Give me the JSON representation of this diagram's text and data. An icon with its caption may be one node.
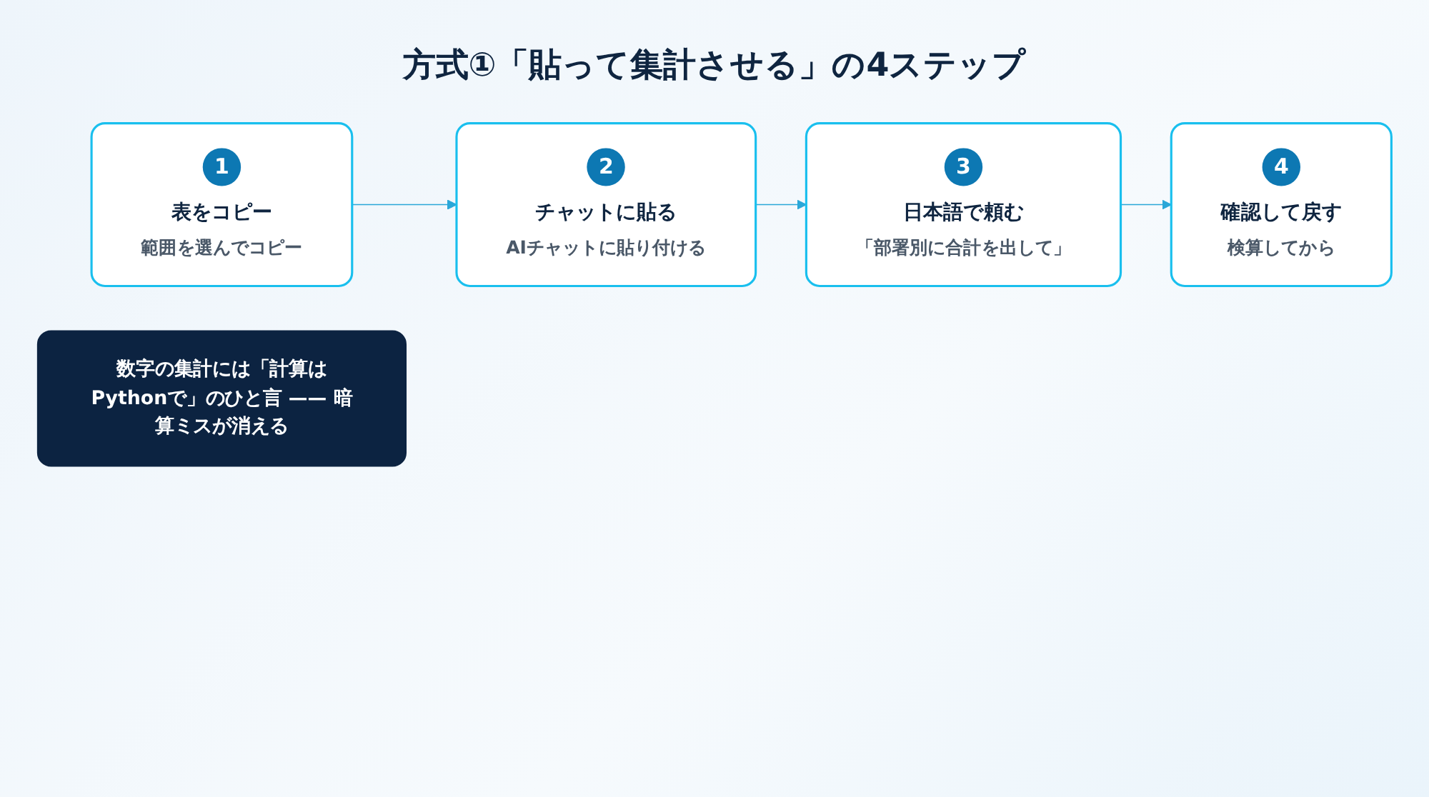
{
  "diagram": {
    "title": "方式①「貼って集計させる」の4ステップ",
    "nodes": [
      {
        "text": [
          "1",
          "表をコピー",
          "範囲を選んでコピー"
        ]
      },
      {
        "text": [
          "2",
          "チャットに貼る",
          "AIチャットに貼り付ける"
        ]
      },
      {
        "text": [
          "3",
          "日本語で頼む",
          "「部署別に合計を出して」"
        ]
      },
      {
        "text": [
          "4",
          "確認して戻す",
          "検算してから"
        ]
      },
      {
        "text": [
          "数字の集計には「計算はPythonで」のひと言 —— 暗算ミスが消える"
        ]
      }
    ],
    "edges": [
      {
        "from": 0,
        "to": 1,
        "arrow": "to"
      },
      {
        "from": 1,
        "to": 2,
        "arrow": "to"
      },
      {
        "from": 2,
        "to": 3,
        "arrow": "to"
      }
    ]
  }
}
